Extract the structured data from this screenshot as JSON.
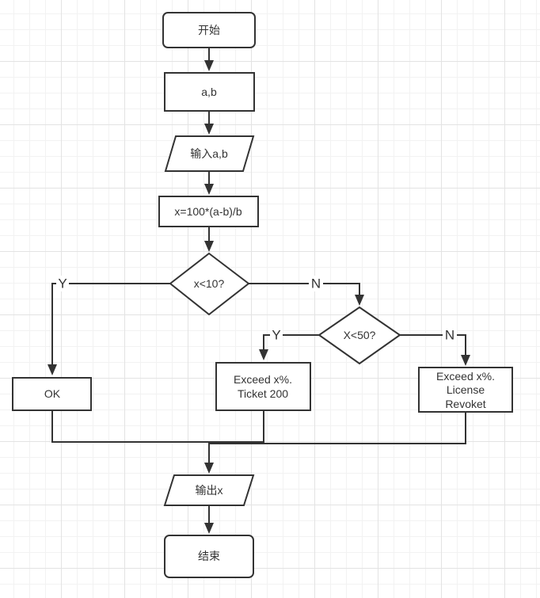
{
  "nodes": {
    "start": {
      "label": "开始"
    },
    "vars": {
      "label": "a,b"
    },
    "input": {
      "label": "输入a,b"
    },
    "compute": {
      "label": "x=100*(a-b)/b"
    },
    "decision1": {
      "label": "x<10?"
    },
    "decision2": {
      "label": "X<50?"
    },
    "ok": {
      "label": "OK"
    },
    "ticket": {
      "lines": [
        "Exceed x%.",
        "Ticket 200"
      ]
    },
    "revoke": {
      "lines": [
        "Exceed x%.",
        "License",
        "Revoket"
      ]
    },
    "output": {
      "label": "输出x"
    },
    "end": {
      "label": "结束"
    }
  },
  "edges": {
    "d1_yes": "Y",
    "d1_no": "N",
    "d2_yes": "Y",
    "d2_no": "N"
  },
  "colors": {
    "stroke": "#333333",
    "fill": "#ffffff",
    "grid": "#e3e3e3"
  }
}
